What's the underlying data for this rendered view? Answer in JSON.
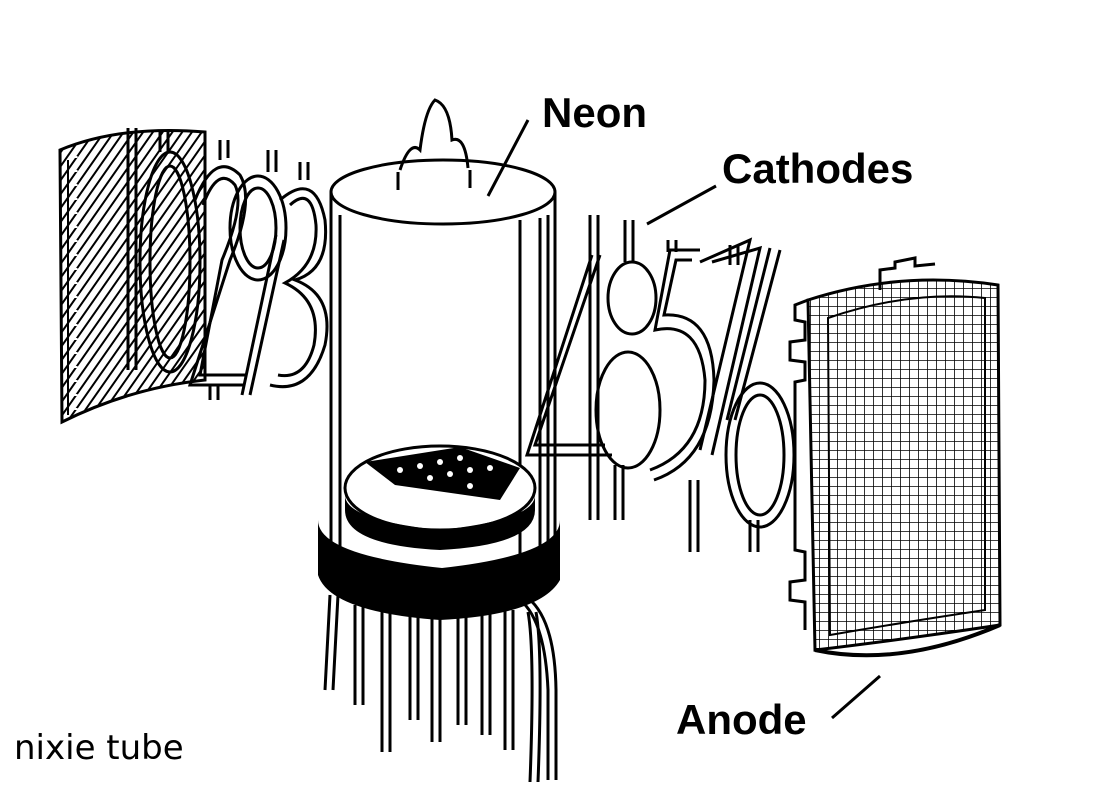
{
  "figure": {
    "labels": {
      "neon": "Neon",
      "cathodes": "Cathodes",
      "anode": "Anode"
    },
    "caption": "nixie tube",
    "cathode_digits_left": [
      "1",
      "0",
      "2",
      "9",
      "3"
    ],
    "cathode_digits_right": [
      "4",
      "8",
      "5",
      "7",
      "6"
    ],
    "colors": {
      "ink": "#000000",
      "paper": "#ffffff"
    }
  }
}
